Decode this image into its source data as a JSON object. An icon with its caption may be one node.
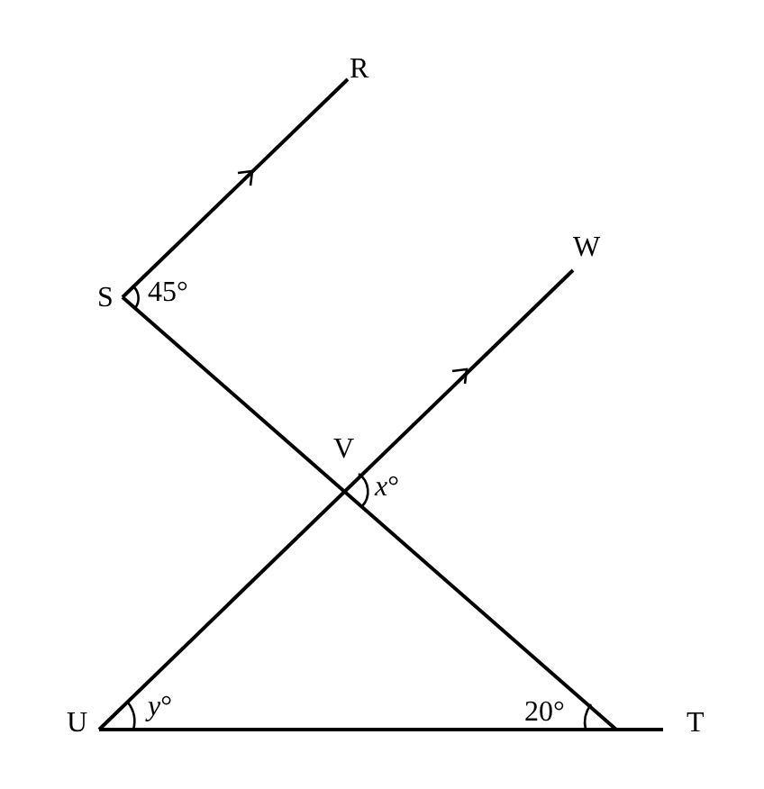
{
  "diagram": {
    "labels": [
      "R",
      "W",
      "S",
      "45°",
      "V",
      "*x*°",
      "U",
      "*y*°",
      "20°",
      "T"
    ]
  }
}
